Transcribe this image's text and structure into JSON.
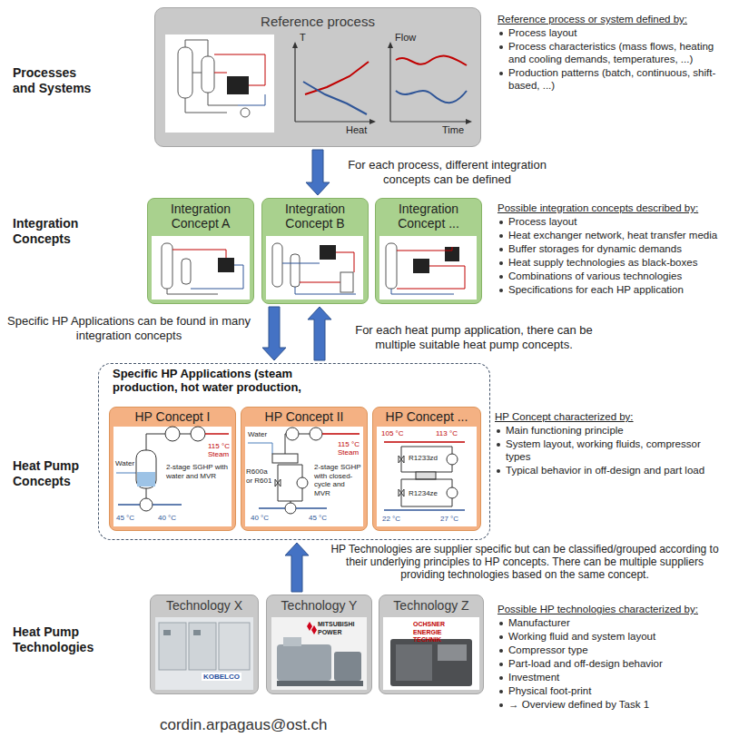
{
  "diagram": {
    "nodes": [
      {
        "text": [
          "Reference process"
        ]
      },
      {
        "text": [
          "Integration Concept A"
        ]
      },
      {
        "text": [
          "Integration Concept B"
        ]
      },
      {
        "text": [
          "Integration Concept ..."
        ]
      },
      {
        "text": [
          "Specific HP Applications (steam production, hot water production,"
        ]
      },
      {
        "text": [
          "HP Concept I"
        ],
        "in": 4
      },
      {
        "text": [
          "HP Concept II"
        ],
        "in": 4
      },
      {
        "text": [
          "HP Concept ..."
        ],
        "in": 4
      },
      {
        "text": [
          "Technology X"
        ]
      },
      {
        "text": [
          "Technology Y"
        ]
      },
      {
        "text": [
          "Technology Z"
        ]
      }
    ],
    "edges": [
      {
        "from": 0,
        "to": 2,
        "arrow": "to",
        "label": "For each process, different integration concepts can be defined"
      },
      {
        "from": 2,
        "to": 4,
        "arrow": "to",
        "label": "Specific HP Applications can be found in many integration concepts"
      },
      {
        "from": 4,
        "to": 2,
        "arrow": "to",
        "label": "For each heat pump application, there can be multiple suitable heat pump concepts."
      },
      {
        "from": 9,
        "to": 4,
        "arrow": "to",
        "label": "HP Technologies are supplier specific but can be classified/grouped according to their underlying principles to HP concepts. There can be multiple suppliers providing technologies based on the same concept."
      }
    ],
    "labels": [
      "Processes and Systems",
      "Reference process or system defined by:",
      "Process layout",
      "Process characteristics (mass flows, heating and cooling demands, temperatures, ...)",
      "Production patterns (batch, continuous, shift-based, ...)",
      "T",
      "Heat",
      "Flow",
      "Time",
      "Integration Concepts",
      "Possible integration concepts described by:",
      "Process layout",
      "Heat exchanger network, heat transfer media",
      "Buffer storages for dynamic demands",
      "Heat supply technologies as black-boxes",
      "Combinations of various technologies",
      "Specifications for each HP application",
      "Heat Pump Concepts",
      "HP Concept characterized by:",
      "Main functioning principle",
      "System layout, working fluids, compressor types",
      "Typical behavior in off-design and part load",
      "115 °C",
      "Steam",
      "Water",
      "2-stage SGHP with water and MVR",
      "45 °C",
      "40 °C",
      "Water",
      "115 °C",
      "Steam",
      "R600a or R601",
      "2-stage SGHP with closed-cycle and MVR",
      "40 °C",
      "45 °C",
      "105 °C",
      "113 °C",
      "R1233zd",
      "R1234ze",
      "22 °C",
      "27 °C",
      "Heat Pump Technologies",
      "Possible HP technologies characterized by:",
      "Manufacturer",
      "Working fluid and system layout",
      "Compressor type",
      "Part-load and off-design behavior",
      "Investment",
      "Physical foot-print",
      "→ Overview defined by Task 1",
      "KOBELCO",
      "MITSUBISHI POWER",
      "OCHSNER ENERGIE TECHNIK",
      "cordin.arpagaus@ost.ch"
    ]
  }
}
